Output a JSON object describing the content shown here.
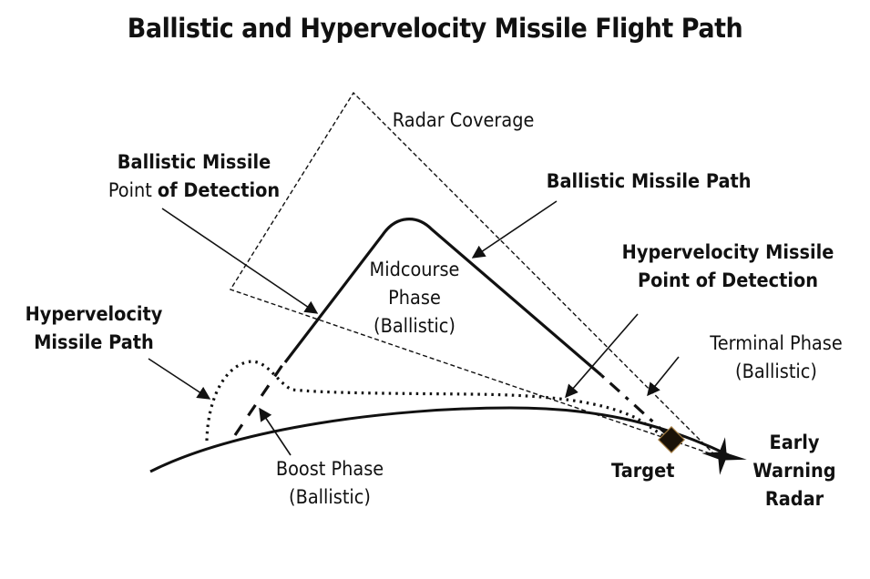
{
  "title": "Ballistic and Hypervelocity Missile Flight Path",
  "labels": {
    "radar_coverage": "Radar Coverage",
    "ballistic_detection_line1": "Ballistic Missile",
    "ballistic_detection_line2a": "Point ",
    "ballistic_detection_line2b": "of Detection",
    "ballistic_path": "Ballistic Missile Path",
    "hyper_detection_line1": "Hypervelocity Missile",
    "hyper_detection_line2": "Point of Detection",
    "hyper_path_line1": "Hypervelocity",
    "hyper_path_line2": "Missile Path",
    "midcourse_line1": "Midcourse",
    "midcourse_line2": "Phase",
    "midcourse_line3": "(Ballistic)",
    "terminal_line1": "Terminal Phase",
    "terminal_line2": "(Ballistic)",
    "boost_line1": "Boost Phase",
    "boost_line2": "(Ballistic)",
    "target": "Target",
    "radar_line1": "Early",
    "radar_line2": "Warning",
    "radar_line3": "Radar"
  },
  "legend_styles": {
    "ballistic_path": "solid-thick",
    "boost_phase": "long-dash",
    "terminal_phase": "dash-dot",
    "hypervelocity_path": "dotted",
    "radar_coverage": "dashed-thin"
  },
  "colors": {
    "ink": "#111111",
    "target_fill": "#1a1208",
    "target_edge": "#a07a40"
  }
}
